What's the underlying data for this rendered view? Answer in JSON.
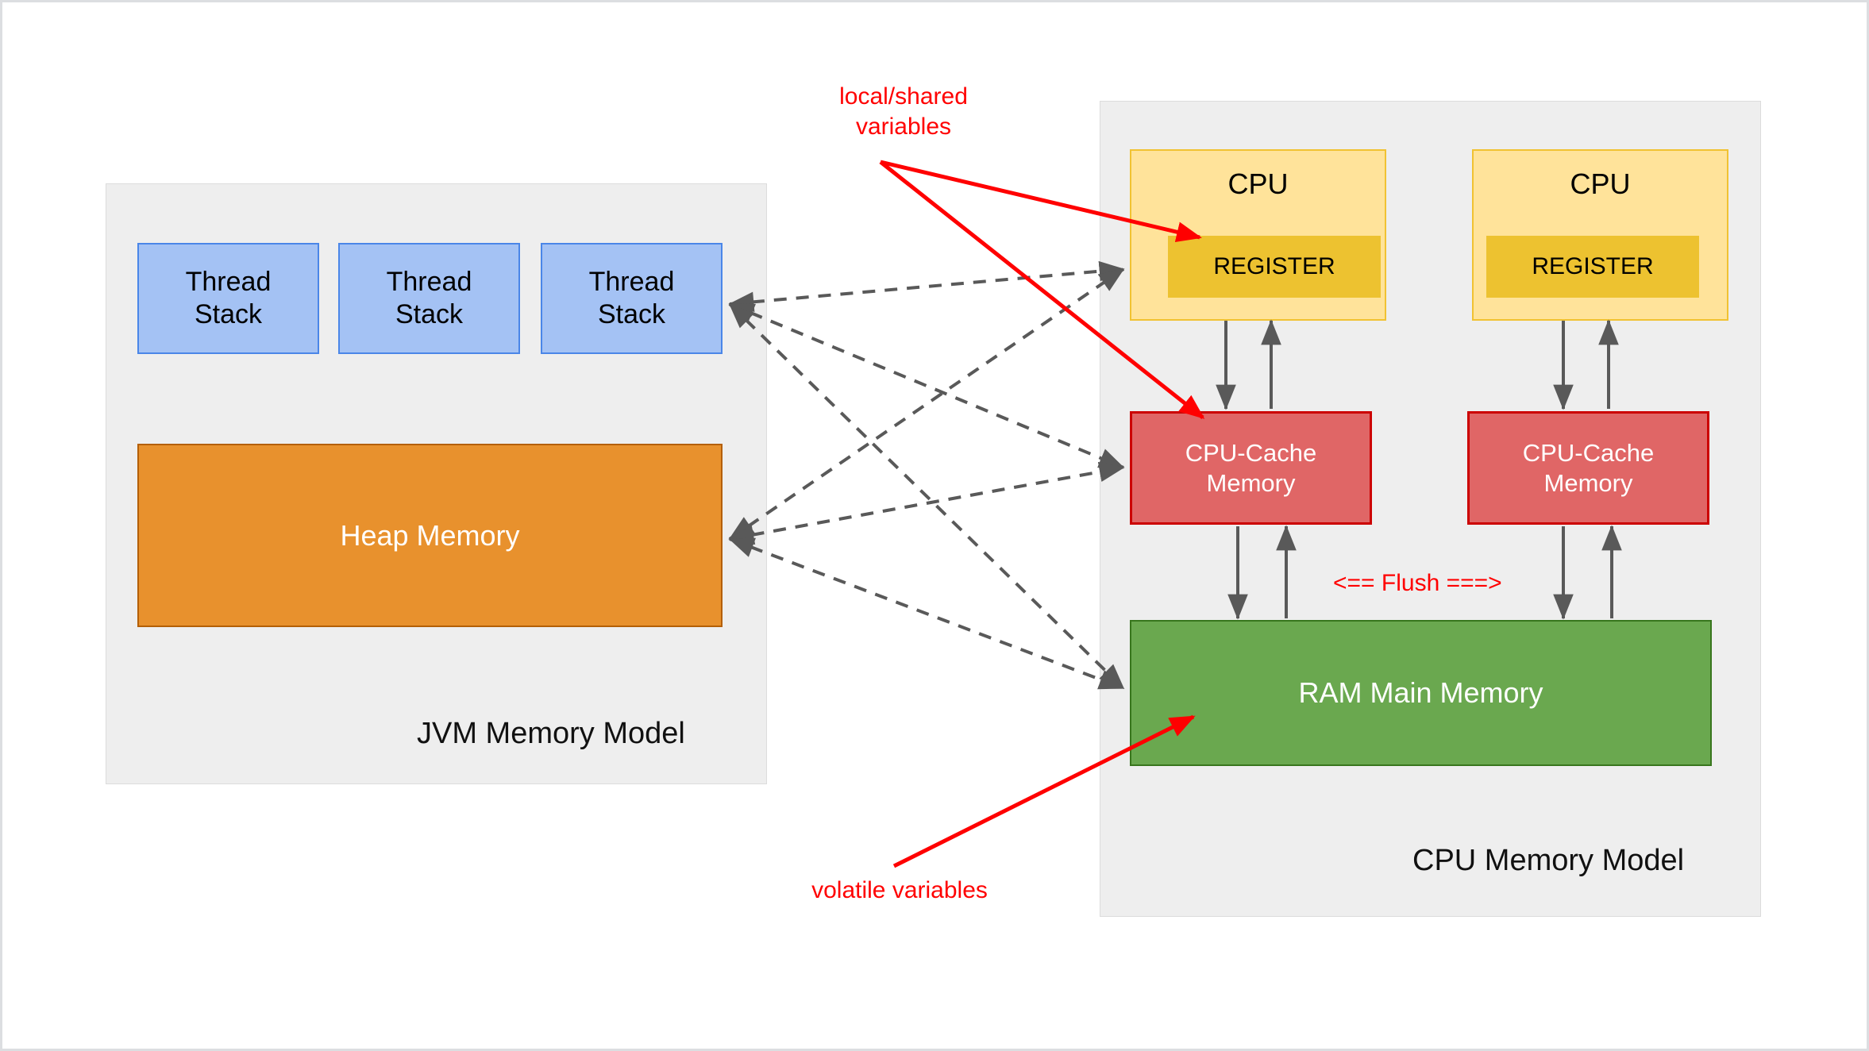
{
  "diagram": {
    "title": "JVM Memory Model and CPU Memory Model",
    "colors": {
      "thread_stack_fill": "#a4c2f4",
      "thread_stack_border": "#4a86e8",
      "heap_fill": "#e8912d",
      "heap_border": "#b45f06",
      "cpu_fill": "#ffe39a",
      "cpu_border": "#f1c232",
      "register_fill": "#edc230",
      "cache_fill": "#e06666",
      "cache_border": "#cc0000",
      "ram_fill": "#6aa84f",
      "ram_border": "#38761d",
      "panel_fill": "#eeeeee",
      "annotation_red": "#ff0000",
      "arrow_gray": "#595959"
    }
  },
  "jvm_panel": {
    "title": "JVM Memory Model",
    "thread_stacks": [
      {
        "label": "Thread\nStack"
      },
      {
        "label": "Thread\nStack"
      },
      {
        "label": "Thread\nStack"
      }
    ],
    "heap": {
      "label": "Heap Memory"
    }
  },
  "cpu_panel": {
    "title": "CPU Memory Model",
    "cpus": [
      {
        "label": "CPU",
        "register_label": "REGISTER",
        "cache_label": "CPU-Cache\nMemory"
      },
      {
        "label": "CPU",
        "register_label": "REGISTER",
        "cache_label": "CPU-Cache\nMemory"
      }
    ],
    "ram": {
      "label": "RAM Main Memory"
    },
    "flush_label": "<== Flush ===>"
  },
  "annotations": {
    "local_shared": "local/shared\nvariables",
    "volatile": "volatile variables"
  }
}
